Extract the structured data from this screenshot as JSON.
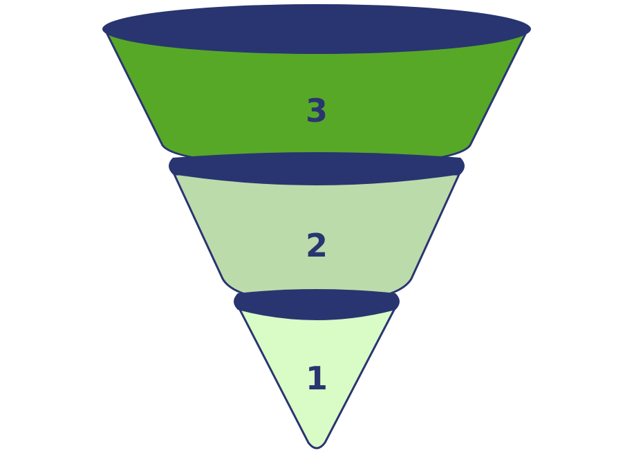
{
  "diagram": {
    "type": "funnel",
    "stages": [
      {
        "label": "3",
        "color": "#58a828"
      },
      {
        "label": "2",
        "color": "#bcdbab"
      },
      {
        "label": "1",
        "color": "#d9fbc6"
      }
    ],
    "rim_color": "#293570",
    "outline_color": "#293570",
    "text_color": "#293570"
  }
}
